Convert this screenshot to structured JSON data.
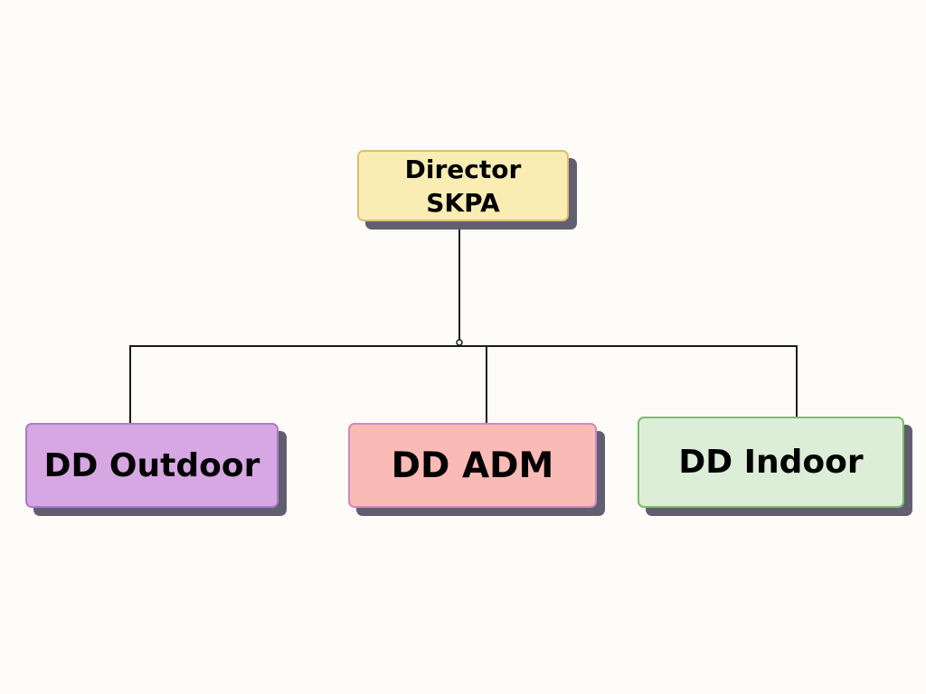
{
  "org_chart": {
    "root": {
      "lines": [
        "Director",
        "SKPA"
      ],
      "fill": "#f9edb4"
    },
    "children": [
      {
        "label": "DD Outdoor",
        "fill": "#d7a7e4"
      },
      {
        "label": "DD ADM",
        "fill": "#fabbb6"
      },
      {
        "label": "DD Indoor",
        "fill": "#ddeed8"
      }
    ],
    "colors": {
      "background": "#fdfcf8",
      "connector": "#1a1a1a",
      "shadow": "#615f6f"
    }
  }
}
